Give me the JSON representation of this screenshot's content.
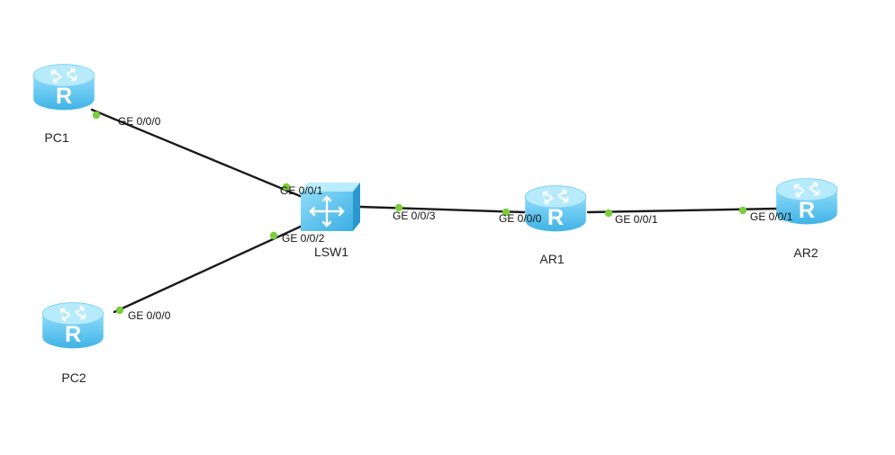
{
  "colors": {
    "link": "#1a1a1a",
    "port_dot": "#7ccd3c",
    "router_body": "#5ec4ee",
    "router_top": "#a8e4fb",
    "router_mark": "#ffffff",
    "switch_body": "#5fc5ee",
    "label": "#222222"
  },
  "devices": {
    "pc1": {
      "label": "PC1",
      "icon": "router-icon"
    },
    "pc2": {
      "label": "PC2",
      "icon": "router-icon"
    },
    "lsw1": {
      "label": "LSW1",
      "icon": "switch-icon"
    },
    "ar1": {
      "label": "AR1",
      "icon": "router-icon"
    },
    "ar2": {
      "label": "AR2",
      "icon": "router-icon"
    }
  },
  "links": [
    {
      "a": "pc1",
      "a_port": "GE 0/0/0",
      "b": "lsw1",
      "b_port": "GE 0/0/1"
    },
    {
      "a": "pc2",
      "a_port": "GE 0/0/0",
      "b": "lsw1",
      "b_port": "GE 0/0/2"
    },
    {
      "a": "lsw1",
      "a_port": "GE 0/0/3",
      "b": "ar1",
      "b_port": "GE 0/0/0"
    },
    {
      "a": "ar1",
      "a_port": "GE 0/0/1",
      "b": "ar2",
      "b_port": "GE 0/0/1"
    }
  ]
}
